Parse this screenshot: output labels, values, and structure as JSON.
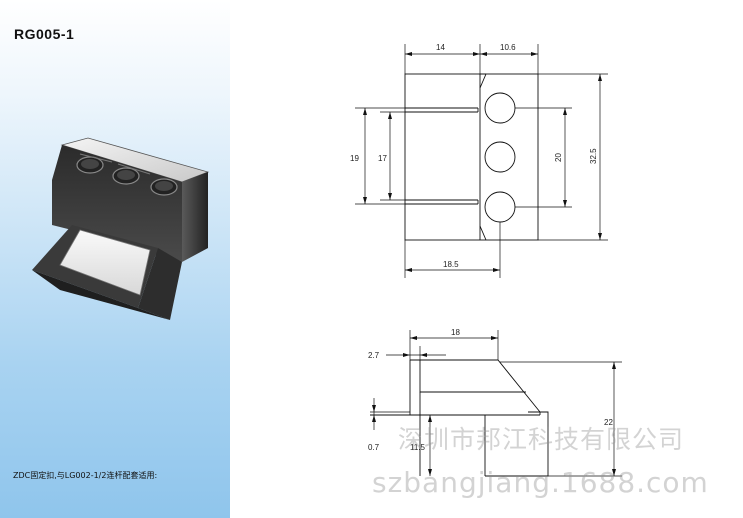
{
  "product": {
    "code": "RG005-1",
    "description": "ZDC固定扣,与LG002-1/2连杆配套适用:"
  },
  "top_view": {
    "dims": {
      "width_left": "14",
      "width_right": "10.6",
      "height_total": "32.5",
      "height_outer": "19",
      "height_inner": "17",
      "hole_spacing": "20",
      "bottom_width": "18.5"
    }
  },
  "side_view": {
    "dims": {
      "width": "18",
      "offset": "2.7",
      "height": "22",
      "thickness": "0.7",
      "base_height": "11.5"
    }
  },
  "watermark": {
    "company": "深圳市邦江科技有限公司",
    "url": "szbangjiang.1688.com"
  }
}
